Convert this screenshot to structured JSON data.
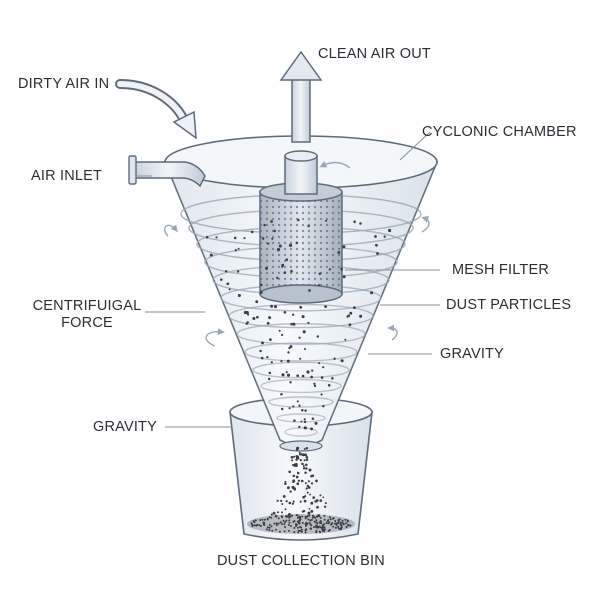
{
  "labels": {
    "dirty_air_in": "DIRTY AIR IN",
    "clean_air_out": "CLEAN AIR OUT",
    "cyclonic_chamber": "CYCLONIC CHAMBER",
    "air_inlet": "AIR INLET",
    "mesh_filter": "MESH FILTER",
    "centrifugal_force_line1": "CENTRIFUIGAL",
    "centrifugal_force_line2": "FORCE",
    "dust_particles": "DUST PARTICLES",
    "gravity_right": "GRAVITY",
    "gravity_left": "GRAVITY",
    "dust_collection_bin": "DUST COLLECTION BIN"
  },
  "colors": {
    "outline": "#5f6b7a",
    "glass": "#e9eef4",
    "arrow": "#9aa7b8",
    "dust": "#3a3d42",
    "leader": "#8a929c"
  }
}
